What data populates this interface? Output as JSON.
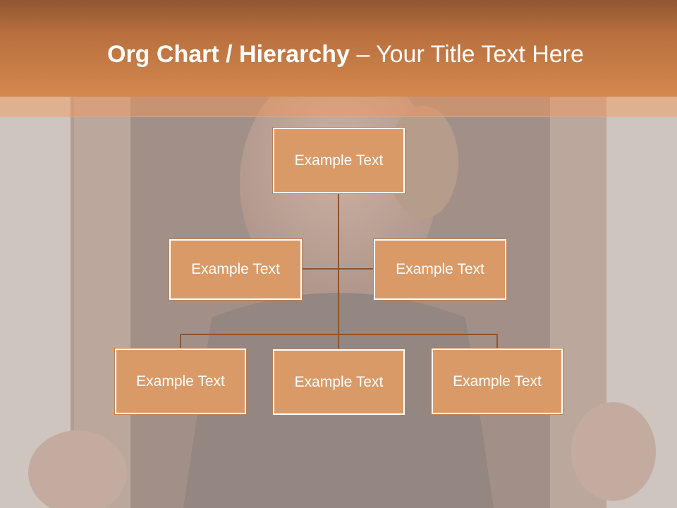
{
  "slide": {
    "title_bold": "Org Chart / Hierarchy",
    "title_separator": " – ",
    "title_rest": "Your Title Text Here"
  },
  "org": {
    "root": "Example Text",
    "assistants": [
      "Example Text",
      "Example Text"
    ],
    "children": [
      "Example Text",
      "Example Text",
      "Example Text"
    ]
  },
  "colors": {
    "header_dark": "#8f5732",
    "header_light": "#d4884d",
    "box_fill": "#d99a68",
    "connector": "#8a5530"
  }
}
